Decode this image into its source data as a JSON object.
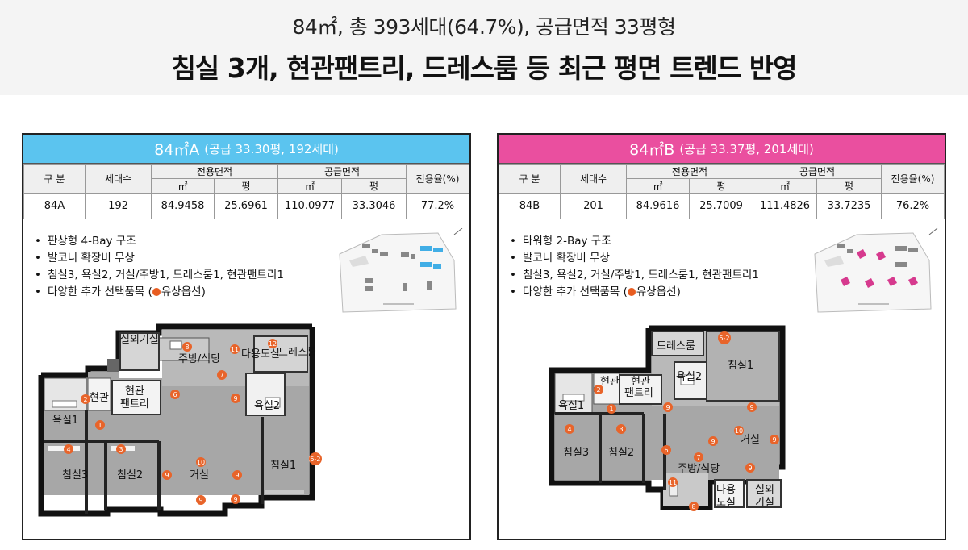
{
  "header": {
    "top_line": "84㎡, 총 393세대(64.7%), 공급면적 33평형",
    "main_line": "침실 3개, 현관팬트리, 드레스룸 등 최근 평면 트렌드 반영"
  },
  "colors": {
    "type_a": "#5bc4ef",
    "type_b": "#ea4f9f",
    "option_marker": "#e8642a"
  },
  "table_headers": {
    "category": "구 분",
    "households": "세대수",
    "exclusive_area": "전용면적",
    "supply_area": "공급면적",
    "sqm": "㎡",
    "pyeong": "평",
    "exclusive_ratio": "전용율(%)"
  },
  "types": [
    {
      "title": "84㎡A",
      "title_sub": "(공급 33.30평, 192세대)",
      "row": {
        "type": "84A",
        "households": "192",
        "excl_sqm": "84.9458",
        "excl_py": "25.6961",
        "supply_sqm": "110.0977",
        "supply_py": "33.3046",
        "ratio": "77.2%"
      },
      "bullets": [
        "판상형 4-Bay 구조",
        "발코니 확장비 무상",
        "침실3, 욕실2, 거실/주방1, 드레스룸1, 현관팬트리1"
      ],
      "option_text_pre": "다양한 추가 선택품목 (",
      "option_text_post": "유상옵션)",
      "rooms": {
        "outdoor_unit": "실외기실",
        "kitchen": "주방/식당",
        "utility": "다용도실",
        "dressroom": "드레스룸",
        "entrance": "현관",
        "pantry_1": "현관",
        "pantry_2": "팬트리",
        "bath1": "욕실1",
        "bath2": "욕실2",
        "bed3": "침실3",
        "bed2": "침실2",
        "living": "거실",
        "bed1": "침실1"
      },
      "markers": [
        "1",
        "2",
        "4",
        "3",
        "5-2",
        "6",
        "7",
        "8",
        "9",
        "9",
        "9",
        "9",
        "9",
        "10",
        "11",
        "12"
      ]
    },
    {
      "title": "84㎡B",
      "title_sub": "(공급 33.37평, 201세대)",
      "row": {
        "type": "84B",
        "households": "201",
        "excl_sqm": "84.9616",
        "excl_py": "25.7009",
        "supply_sqm": "111.4826",
        "supply_py": "33.7235",
        "ratio": "76.2%"
      },
      "bullets": [
        "타워형 2-Bay 구조",
        "발코니 확장비 무상",
        "침실3, 욕실2, 거실/주방1, 드레스룸1, 현관팬트리1"
      ],
      "option_text_pre": "다양한 추가 선택품목 (",
      "option_text_post": "유상옵션)",
      "rooms": {
        "dressroom": "드레스룸",
        "bed1": "침실1",
        "entrance": "현관",
        "pantry_1": "현관",
        "pantry_2": "팬트리",
        "bath2": "욕실2",
        "bath1": "욕실1",
        "bed3": "침실3",
        "bed2": "침실2",
        "living": "거실",
        "kitchen": "주방/식당",
        "utility_1": "다용",
        "utility_2": "도실",
        "outdoor_1": "실외",
        "outdoor_2": "기실"
      },
      "markers": [
        "5-2",
        "2",
        "1",
        "4",
        "3",
        "6",
        "7",
        "8",
        "9",
        "9",
        "9",
        "9",
        "9",
        "10",
        "11"
      ]
    }
  ]
}
